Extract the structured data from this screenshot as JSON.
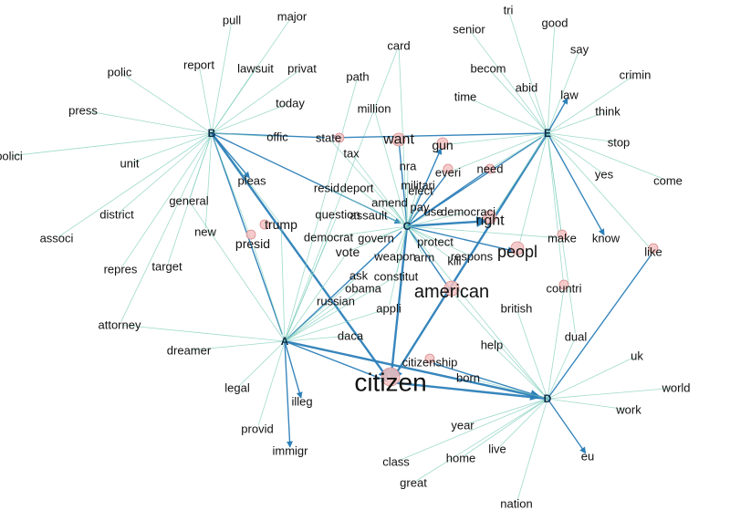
{
  "colors": {
    "edge": "#2c7fb8",
    "edge_light": "#7fcdbb",
    "node_fill": "#f4c2c2",
    "node_stroke": "#d98c8c",
    "text": "#111111",
    "hub_text": "#0d2b4a",
    "background": "#ffffff"
  },
  "hubs": [
    {
      "id": "A",
      "label": "A"
    },
    {
      "id": "B",
      "label": "B"
    },
    {
      "id": "C",
      "label": "C"
    },
    {
      "id": "D",
      "label": "D"
    },
    {
      "id": "E",
      "label": "E"
    }
  ],
  "words": [
    {
      "id": "pull",
      "label": "pull"
    },
    {
      "id": "major",
      "label": "major"
    },
    {
      "id": "report",
      "label": "report"
    },
    {
      "id": "lawsuit",
      "label": "lawsuit"
    },
    {
      "id": "privat",
      "label": "privat"
    },
    {
      "id": "polic",
      "label": "polic"
    },
    {
      "id": "card",
      "label": "card"
    },
    {
      "id": "path",
      "label": "path"
    },
    {
      "id": "today",
      "label": "today"
    },
    {
      "id": "million",
      "label": "million"
    },
    {
      "id": "press",
      "label": "press"
    },
    {
      "id": "offic",
      "label": "offic"
    },
    {
      "id": "state",
      "label": "state"
    },
    {
      "id": "polici",
      "label": "polici"
    },
    {
      "id": "tax",
      "label": "tax"
    },
    {
      "id": "unit",
      "label": "unit"
    },
    {
      "id": "pleas",
      "label": "pleas"
    },
    {
      "id": "general",
      "label": "general"
    },
    {
      "id": "district",
      "label": "district"
    },
    {
      "id": "new",
      "label": "new"
    },
    {
      "id": "trump",
      "label": "trump"
    },
    {
      "id": "presid",
      "label": "presid"
    },
    {
      "id": "associ",
      "label": "associ"
    },
    {
      "id": "target",
      "label": "target"
    },
    {
      "id": "repres",
      "label": "repres"
    },
    {
      "id": "attorney",
      "label": "attorney"
    },
    {
      "id": "dreamer",
      "label": "dreamer"
    },
    {
      "id": "legal",
      "label": "legal"
    },
    {
      "id": "illeg",
      "label": "illeg"
    },
    {
      "id": "provid",
      "label": "provid"
    },
    {
      "id": "immigr",
      "label": "immigr"
    },
    {
      "id": "daca",
      "label": "daca"
    },
    {
      "id": "russian",
      "label": "russian"
    },
    {
      "id": "obama",
      "label": "obama"
    },
    {
      "id": "ask",
      "label": "ask"
    },
    {
      "id": "constitut",
      "label": "constitut"
    },
    {
      "id": "appli",
      "label": "appli"
    },
    {
      "id": "vote",
      "label": "vote"
    },
    {
      "id": "democrat",
      "label": "democrat"
    },
    {
      "id": "govern",
      "label": "govern"
    },
    {
      "id": "question",
      "label": "question"
    },
    {
      "id": "assault",
      "label": "assault"
    },
    {
      "id": "resid",
      "label": "resid"
    },
    {
      "id": "deport",
      "label": "deport"
    },
    {
      "id": "amend",
      "label": "amend"
    },
    {
      "id": "militari",
      "label": "militari"
    },
    {
      "id": "nra",
      "label": "nra"
    },
    {
      "id": "elect",
      "label": "elect"
    },
    {
      "id": "pay",
      "label": "pay"
    },
    {
      "id": "use",
      "label": "use"
    },
    {
      "id": "democraci",
      "label": "democraci"
    },
    {
      "id": "protect",
      "label": "protect"
    },
    {
      "id": "weapon",
      "label": "weapon"
    },
    {
      "id": "arm",
      "label": "arm"
    },
    {
      "id": "kill",
      "label": "kill"
    },
    {
      "id": "respons",
      "label": "respons"
    },
    {
      "id": "want",
      "label": "want"
    },
    {
      "id": "gun",
      "label": "gun"
    },
    {
      "id": "everi",
      "label": "everi"
    },
    {
      "id": "need",
      "label": "need"
    },
    {
      "id": "right",
      "label": "right"
    },
    {
      "id": "peopl",
      "label": "peopl"
    },
    {
      "id": "american",
      "label": "american"
    },
    {
      "id": "citizenship",
      "label": "citizenship"
    },
    {
      "id": "citizen",
      "label": "citizen"
    },
    {
      "id": "born",
      "label": "born"
    },
    {
      "id": "help",
      "label": "help"
    },
    {
      "id": "british",
      "label": "british"
    },
    {
      "id": "dual",
      "label": "dual"
    },
    {
      "id": "countri",
      "label": "countri"
    },
    {
      "id": "make",
      "label": "make"
    },
    {
      "id": "know",
      "label": "know"
    },
    {
      "id": "like",
      "label": "like"
    },
    {
      "id": "tri",
      "label": "tri"
    },
    {
      "id": "senior",
      "label": "senior"
    },
    {
      "id": "good",
      "label": "good"
    },
    {
      "id": "say",
      "label": "say"
    },
    {
      "id": "becom",
      "label": "becom"
    },
    {
      "id": "abid",
      "label": "abid"
    },
    {
      "id": "crimin",
      "label": "crimin"
    },
    {
      "id": "time",
      "label": "time"
    },
    {
      "id": "law",
      "label": "law"
    },
    {
      "id": "think",
      "label": "think"
    },
    {
      "id": "stop",
      "label": "stop"
    },
    {
      "id": "yes",
      "label": "yes"
    },
    {
      "id": "come",
      "label": "come"
    },
    {
      "id": "uk",
      "label": "uk"
    },
    {
      "id": "world",
      "label": "world"
    },
    {
      "id": "work",
      "label": "work"
    },
    {
      "id": "year",
      "label": "year"
    },
    {
      "id": "live",
      "label": "live"
    },
    {
      "id": "eu",
      "label": "eu"
    },
    {
      "id": "class",
      "label": "class"
    },
    {
      "id": "home",
      "label": "home"
    },
    {
      "id": "great",
      "label": "great"
    },
    {
      "id": "nation",
      "label": "nation"
    }
  ]
}
